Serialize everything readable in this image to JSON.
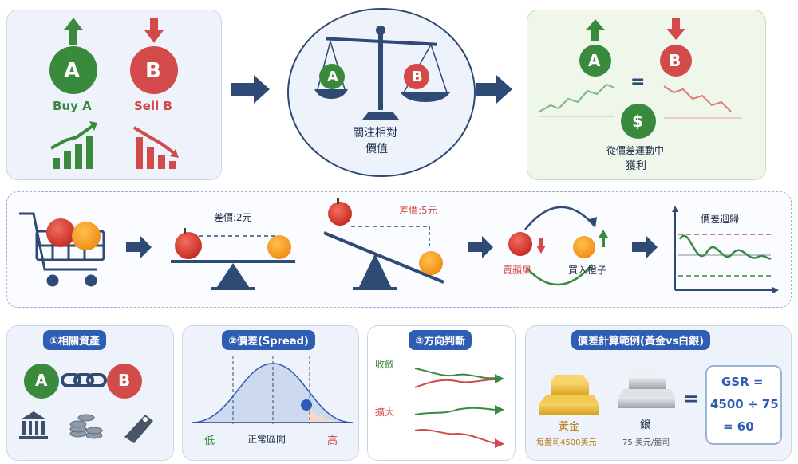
{
  "top_left": {
    "asset_a_letter": "A",
    "asset_b_letter": "B",
    "buy_label": "Buy A",
    "sell_label": "Sell B"
  },
  "top_center": {
    "line1": "關注相對",
    "line2": "價值",
    "letter_a": "A",
    "letter_b": "B"
  },
  "top_right": {
    "letter_a": "A",
    "letter_b": "B",
    "equals": "=",
    "dollar": "$",
    "line1": "從價差運動中",
    "line2": "獲利"
  },
  "middle": {
    "spread_small": "差價:2元",
    "spread_large": "差價:5元",
    "sell_apple": "賣蘋果",
    "buy_orange": "買入橙子",
    "chart_title": "價差迴歸"
  },
  "bottom": {
    "related_assets": {
      "title": "①相關資產",
      "letter_a": "A",
      "letter_b": "B"
    },
    "spread": {
      "title": "②價差(Spread)",
      "low": "低",
      "normal": "正常區間",
      "high": "高"
    },
    "direction": {
      "title": "③方向判斷",
      "converge": "收斂",
      "expand": "擴大"
    },
    "example": {
      "title": "價差計算範例(黃金vs白銀)",
      "gold_label": "黃金",
      "gold_price": "每盎司4500美元",
      "silver_label": "銀",
      "silver_price": "75 美元/盎司",
      "equals": "=",
      "gsr_line1": "GSR =",
      "gsr_line2": "4500 ÷ 75",
      "gsr_line3": "= 60"
    }
  },
  "colors": {
    "green": "#3a8a3e",
    "red": "#d24a4a",
    "navy": "#2f4a75",
    "blue": "#2e5db3"
  }
}
